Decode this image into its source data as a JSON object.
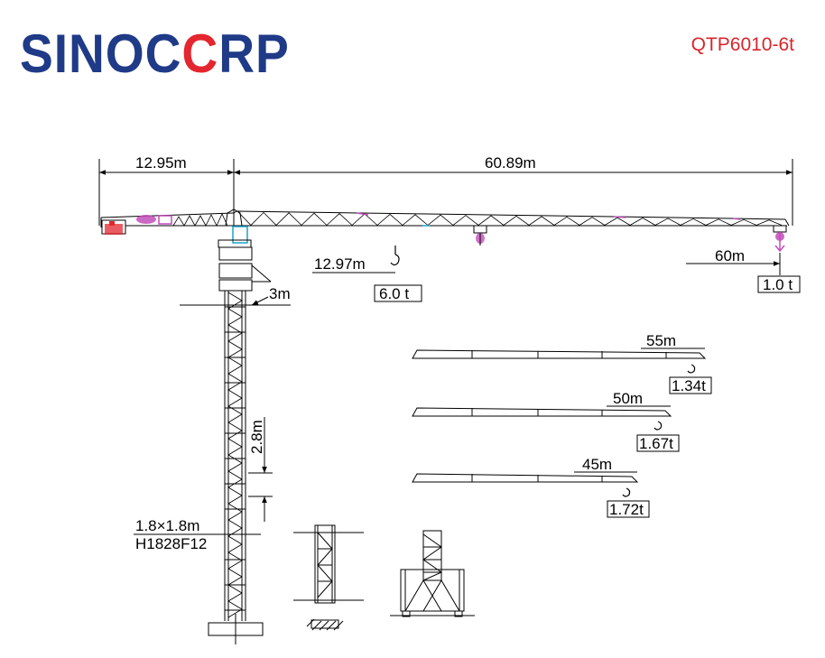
{
  "header": {
    "brand_prefix": "SINOC",
    "brand_accent": "C",
    "brand_suffix": "RP",
    "model": "QTP6010-6t"
  },
  "colors": {
    "brand_blue": "#1f3a87",
    "brand_red": "#e3262f",
    "model_red": "#d7262c",
    "magenta": "#c24cbb",
    "cyan": "#1aa3c9",
    "line": "#000000"
  },
  "dimensions": {
    "counter_jib": "12.95m",
    "jib": "60.89m",
    "min_radius": "12.97m",
    "max_capacity": "6.0 t",
    "tip_radius": "60m",
    "tip_capacity": "1.0 t",
    "mast_width": "3m",
    "section_height": "2.8m",
    "mast_size": "1.8×1.8m",
    "mast_model": "H1828F12"
  },
  "jib_options": [
    {
      "length": "55m",
      "tip_load": "1.34t"
    },
    {
      "length": "50m",
      "tip_load": "1.67t"
    },
    {
      "length": "45m",
      "tip_load": "1.72t"
    }
  ]
}
